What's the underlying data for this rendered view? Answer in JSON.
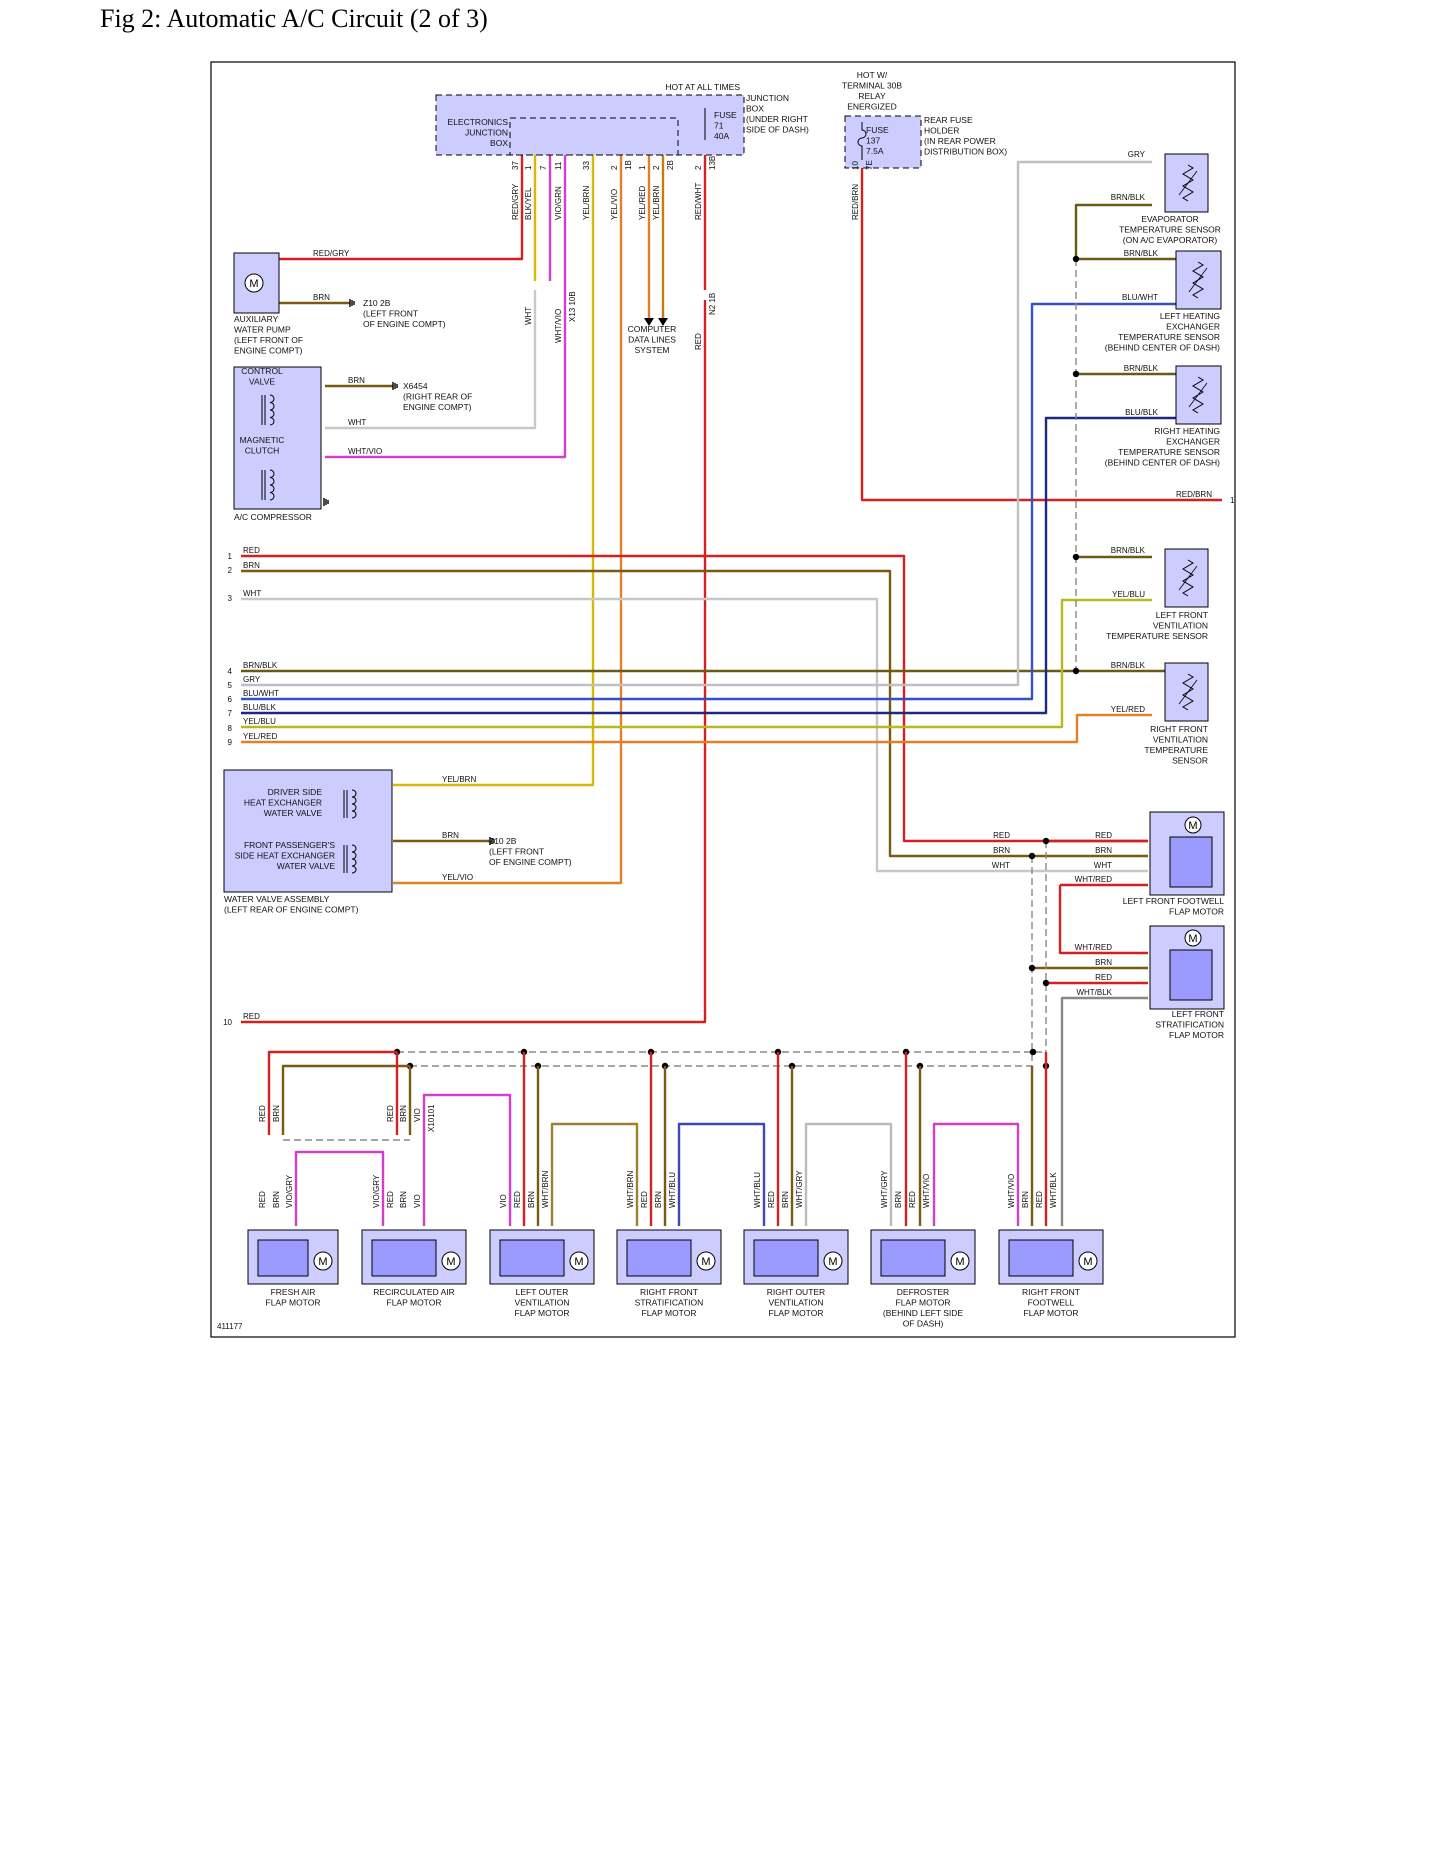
{
  "title": "Fig 2: Automatic A/C Circuit (2 of 3)",
  "figure_id": "411177",
  "colors": {
    "RED": "#d42020",
    "BRN": "#7a5a10",
    "WHT": "#c8c8c8",
    "GRY": "#c0c0c0",
    "BLK": "#111111",
    "BLU": "#2c3a9a",
    "YEL": "#d8b800",
    "VIO": "#d040c8",
    "ORG": "#e08028",
    "box_fill": "#ccccff"
  },
  "labels": {
    "hot_at_all_times": "HOT AT ALL TIMES",
    "ejb": [
      "ELECTRONICS",
      "JUNCTION",
      "BOX"
    ],
    "fuse71": [
      "FUSE",
      "71",
      "40A"
    ],
    "jb_note": [
      "JUNCTION",
      "BOX",
      "(UNDER RIGHT",
      "SIDE OF DASH)"
    ],
    "hot_w": [
      "HOT W/",
      "TERMINAL 30B",
      "RELAY",
      "ENERGIZED"
    ],
    "fuse137": [
      "FUSE",
      "137",
      "7.5A"
    ],
    "rear_fuse": [
      "REAR FUSE",
      "HOLDER",
      "(IN REAR POWER",
      "DISTRIBUTION BOX)"
    ],
    "evap_sensor": [
      "EVAPORATOR",
      "TEMPERATURE SENSOR",
      "(ON A/C EVAPORATOR)"
    ],
    "left_heat_sensor": [
      "LEFT HEATING",
      "EXCHANGER",
      "TEMPERATURE SENSOR",
      "(BEHIND CENTER OF DASH)"
    ],
    "right_heat_sensor": [
      "RIGHT HEATING",
      "EXCHANGER",
      "TEMPERATURE SENSOR",
      "(BEHIND CENTER OF DASH)"
    ],
    "left_vent_sensor": [
      "LEFT FRONT",
      "VENTILATION",
      "TEMPERATURE SENSOR"
    ],
    "right_vent_sensor": [
      "RIGHT FRONT",
      "VENTILATION",
      "TEMPERATURE",
      "SENSOR"
    ],
    "aux_pump": [
      "AUXILIARY",
      "WATER PUMP",
      "(LEFT FRONT OF",
      "ENGINE COMPT)"
    ],
    "z10": [
      "Z10 2B",
      "(LEFT FRONT",
      "OF ENGINE COMPT)"
    ],
    "x6454": [
      "X6454",
      "(RIGHT REAR OF",
      "ENGINE COMPT)"
    ],
    "control_valve": [
      "CONTROL",
      "VALVE"
    ],
    "magnetic_clutch": [
      "MAGNETIC",
      "CLUTCH"
    ],
    "ac_compressor": "A/C COMPRESSOR",
    "driver_valve": [
      "DRIVER SIDE",
      "HEAT EXCHANGER",
      "WATER VALVE"
    ],
    "pass_valve": [
      "FRONT PASSENGER'S",
      "SIDE HEAT EXCHANGER",
      "WATER VALVE"
    ],
    "valve_assembly": [
      "WATER VALVE ASSEMBLY",
      "(LEFT REAR OF ENGINE COMPT)"
    ],
    "computer_data": [
      "COMPUTER",
      "DATA LINES",
      "SYSTEM"
    ],
    "lf_footwell": [
      "LEFT FRONT FOOTWELL",
      "FLAP MOTOR"
    ],
    "lf_strat": [
      "LEFT FRONT",
      "STRATIFICATION",
      "FLAP MOTOR"
    ],
    "m": "M"
  },
  "bottom_motors": [
    {
      "name": [
        "FRESH AIR",
        "FLAP MOTOR"
      ]
    },
    {
      "name": [
        "RECIRCULATED AIR",
        "FLAP MOTOR"
      ]
    },
    {
      "name": [
        "LEFT OUTER",
        "VENTILATION",
        "FLAP MOTOR"
      ]
    },
    {
      "name": [
        "RIGHT FRONT",
        "STRATIFICATION",
        "FLAP MOTOR"
      ]
    },
    {
      "name": [
        "RIGHT OUTER",
        "VENTILATION",
        "FLAP MOTOR"
      ]
    },
    {
      "name": [
        "DEFROSTER",
        "FLAP MOTOR",
        "(BEHIND LEFT SIDE",
        "OF DASH)"
      ]
    },
    {
      "name": [
        "RIGHT FRONT",
        "FOOTWELL",
        "FLAP MOTOR"
      ]
    }
  ],
  "connector_pins": {
    "top": [
      "37",
      "1",
      "7",
      "11",
      "33",
      "2",
      "1B",
      "1",
      "2",
      "2B",
      "2",
      "13B",
      "10",
      "7E"
    ],
    "left_numbers": [
      "1",
      "2",
      "3",
      "4",
      "5",
      "6",
      "7",
      "8",
      "9",
      "10"
    ],
    "right_one": "1"
  },
  "wire_labels": {
    "top_vertical": [
      "RED/GRY",
      "BLK/YEL",
      "VIO/GRN",
      "YEL/BRN",
      "YEL/VIO",
      "YEL/RED",
      "YEL/BRN",
      "RED/WHT",
      "RED/BRN"
    ],
    "mid_vertical": [
      "WHT",
      "WHT/VIO",
      "X13 10B",
      "RED",
      "N2 1B"
    ],
    "pump": [
      "RED/GRY",
      "BRN"
    ],
    "compressor": [
      "BRN",
      "WHT",
      "WHT/VIO"
    ],
    "harness": [
      "RED",
      "BRN",
      "WHT",
      "BRN/BLK",
      "GRY",
      "BLU/WHT",
      "BLU/BLK",
      "YEL/BLU",
      "YEL/RED",
      "RED"
    ],
    "sensors": [
      "GRY",
      "BRN/BLK",
      "BRN/BLK",
      "BLU/WHT",
      "BRN/BLK",
      "BLU/BLK",
      "RED/BRN",
      "BRN/BLK",
      "YEL/BLU",
      "BRN/BLK",
      "YEL/RED"
    ],
    "valves": [
      "YEL/BRN",
      "BRN",
      "YEL/VIO"
    ],
    "lf_footwell": [
      "RED",
      "BRN",
      "WHT",
      "RED",
      "BRN",
      "WHT",
      "WHT/RED"
    ],
    "lf_strat": [
      "WHT/RED",
      "BRN",
      "RED",
      "WHT/BLK"
    ],
    "bottom_upper": [
      "RED",
      "BRN",
      "RED",
      "BRN",
      "VIO",
      "X10101"
    ],
    "bottom_lower": [
      [
        "RED",
        "BRN",
        "VIO/GRY"
      ],
      [
        "VIO/GRY",
        "RED",
        "BRN",
        "VIO"
      ],
      [
        "VIO",
        "RED",
        "BRN",
        "WHT/BRN"
      ],
      [
        "WHT/BRN",
        "RED",
        "BRN",
        "WHT/BLU"
      ],
      [
        "WHT/BLU",
        "RED",
        "BRN",
        "WHT/GRY"
      ],
      [
        "WHT/GRY",
        "BRN",
        "RED",
        "WHT/VIO"
      ],
      [
        "WHT/VIO",
        "BRN",
        "RED",
        "WHT/BLK"
      ]
    ]
  }
}
